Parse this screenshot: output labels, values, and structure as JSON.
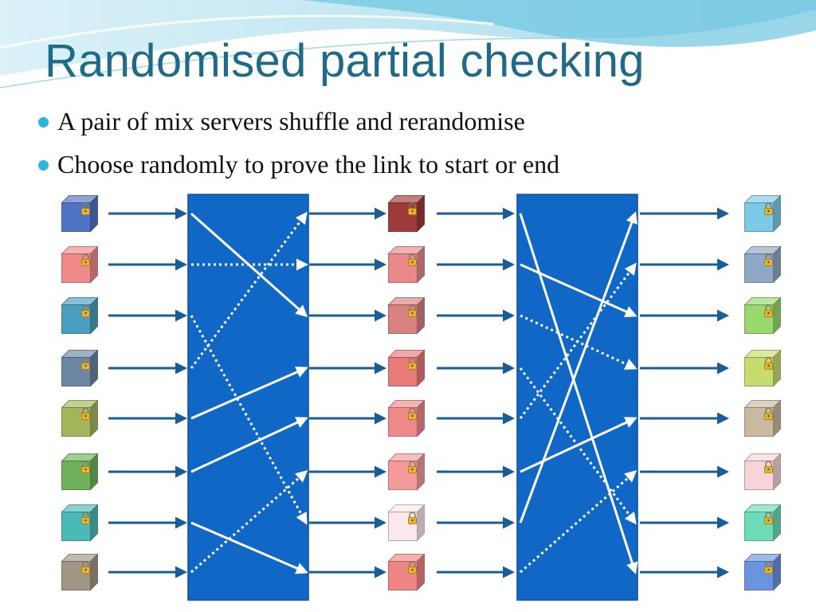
{
  "slide": {
    "title": "Randomised partial checking",
    "bullets": [
      "A pair of mix servers shuffle and rerandomise",
      "Choose randomly to prove the link to start or end"
    ]
  },
  "diagram": {
    "colors": {
      "mix_box": "#1067c6",
      "mix_box_edge": "#0b4f99",
      "arrow": "#1a5d96",
      "link": "#ffffff",
      "title": "#1f6b87",
      "bullet": "#2bb6d8",
      "lock": "#e8b52a"
    },
    "column1_box_colors": [
      "#4f73c4",
      "#f08a8a",
      "#4a9ec0",
      "#6b87a4",
      "#a3b65c",
      "#6fb25a",
      "#4cb8b8",
      "#a09684"
    ],
    "column2_box_colors": [
      "#9e3a3a",
      "#e98989",
      "#d98080",
      "#e87a7a",
      "#f08a8a",
      "#f59a9a",
      "#fbe8ea",
      "#ef8585"
    ],
    "column3_box_colors": [
      "#7ccbe6",
      "#8ea8c6",
      "#9ad86e",
      "#c6dc6e",
      "#c9b9a0",
      "#f7d4d8",
      "#6fdcb8",
      "#6b94de"
    ],
    "mix1_links": [
      {
        "from": 0,
        "to": 2,
        "style": "solid"
      },
      {
        "from": 1,
        "to": 1,
        "style": "dotted"
      },
      {
        "from": 2,
        "to": 6,
        "style": "dotted"
      },
      {
        "from": 3,
        "to": 0,
        "style": "dotted"
      },
      {
        "from": 4,
        "to": 3,
        "style": "solid"
      },
      {
        "from": 5,
        "to": 4,
        "style": "solid"
      },
      {
        "from": 6,
        "to": 7,
        "style": "solid"
      },
      {
        "from": 7,
        "to": 5,
        "style": "dotted"
      }
    ],
    "mix2_links": [
      {
        "from": 0,
        "to": 7,
        "style": "solid"
      },
      {
        "from": 1,
        "to": 2,
        "style": "solid"
      },
      {
        "from": 2,
        "to": 3,
        "style": "dotted"
      },
      {
        "from": 3,
        "to": 6,
        "style": "dotted"
      },
      {
        "from": 4,
        "to": 1,
        "style": "dotted"
      },
      {
        "from": 5,
        "to": 4,
        "style": "solid"
      },
      {
        "from": 6,
        "to": 0,
        "style": "solid"
      },
      {
        "from": 7,
        "to": 5,
        "style": "dotted"
      }
    ]
  }
}
